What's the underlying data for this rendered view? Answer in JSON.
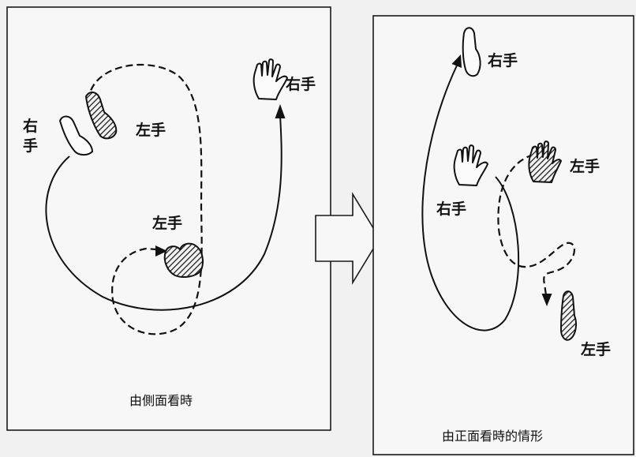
{
  "side_view": {
    "caption": "由側面看時",
    "labels": {
      "right_hand_top": "右手",
      "right_hand_vertical_top": "右",
      "right_hand_vertical_bottom": "手",
      "left_hand_upper": "左手",
      "left_hand_lower": "左手"
    }
  },
  "front_view": {
    "caption": "由正面看時的情形",
    "labels": {
      "right_hand_top": "右手",
      "left_hand_upper": "左手",
      "right_hand_middle": "右手",
      "left_hand_lower": "左手"
    }
  },
  "icons": {
    "transition_arrow": "block-arrow-right-icon",
    "open_hand": "open-hand-icon",
    "blade_hand": "blade-hand-icon",
    "fist": "fist-icon"
  },
  "colors": {
    "ink": "#111111",
    "paper": "#f7f7f7"
  }
}
